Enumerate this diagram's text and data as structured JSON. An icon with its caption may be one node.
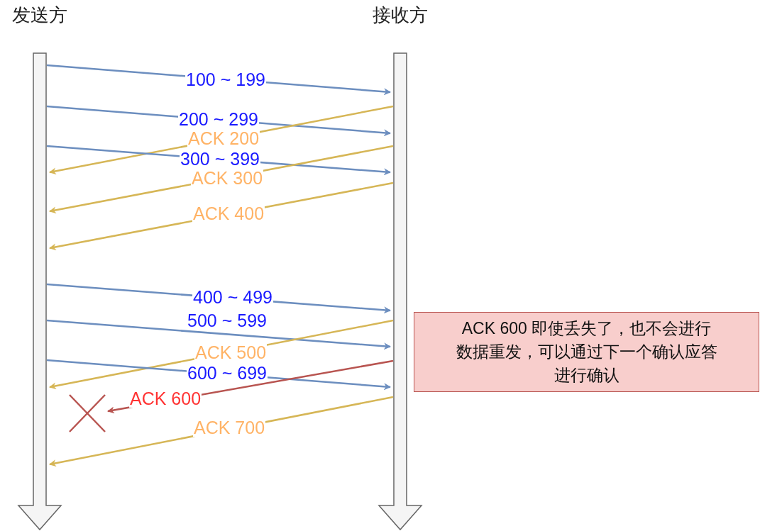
{
  "diagram": {
    "nodes": [
      {
        "text": [
          "发送方"
        ]
      },
      {
        "text": [
          "接收方"
        ]
      },
      {
        "text": [
          "ACK 600 即使丢失了，也不会进行数据重发，可以通过下一个确认应答进行确认"
        ]
      },
      {
        "text": [],
        "shape": "cross"
      }
    ],
    "edges": [
      {
        "from": 0,
        "to": 1,
        "arrow": "to",
        "label": "100 ~ 199"
      },
      {
        "from": 0,
        "to": 1,
        "arrow": "to",
        "label": "200 ~ 299"
      },
      {
        "from": 1,
        "to": 0,
        "arrow": "to",
        "label": "ACK 200",
        "color": "#d6b656"
      },
      {
        "from": 0,
        "to": 1,
        "arrow": "to",
        "label": "300 ~ 399"
      },
      {
        "from": 1,
        "to": 0,
        "arrow": "to",
        "label": "ACK 300",
        "color": "#d6b656"
      },
      {
        "from": 1,
        "to": 0,
        "arrow": "to",
        "label": "ACK 400",
        "color": "#d6b656"
      },
      {
        "from": 0,
        "to": 1,
        "arrow": "to",
        "label": "400 ~ 499"
      },
      {
        "from": 0,
        "to": 1,
        "arrow": "to",
        "label": "500 ~ 599"
      },
      {
        "from": 1,
        "to": 0,
        "arrow": "to",
        "label": "ACK 500",
        "color": "#d6b656"
      },
      {
        "from": 0,
        "to": 1,
        "arrow": "to",
        "label": "600 ~ 699"
      },
      {
        "from": 1,
        "to": 3,
        "arrow": "to",
        "label": "ACK 600",
        "color": "#b85450"
      },
      {
        "from": 1,
        "to": 0,
        "arrow": "to",
        "label": "ACK 700",
        "color": "#d6b656"
      }
    ]
  }
}
